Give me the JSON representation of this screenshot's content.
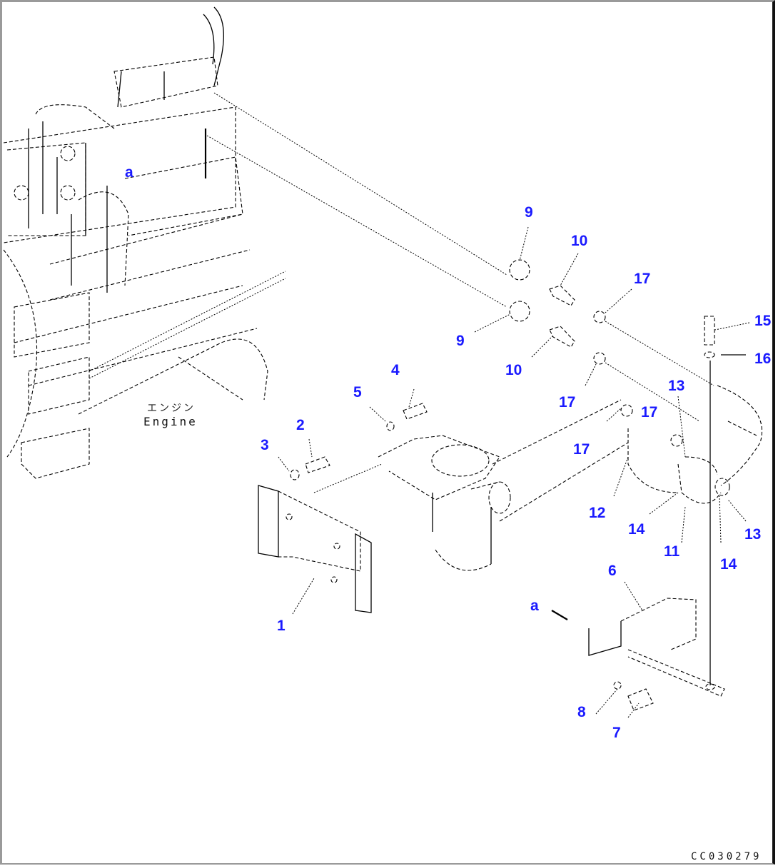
{
  "drawing": {
    "type": "exploded parts diagram",
    "engine_label_jp": "エンジン",
    "engine_label_en": "Engine",
    "figure_code": "CC030279",
    "callout_color": "#1a1aff"
  },
  "callouts": [
    {
      "id": "a-top",
      "text": "a"
    },
    {
      "id": "a-bracket",
      "text": "a"
    },
    {
      "id": "1",
      "text": "1"
    },
    {
      "id": "2",
      "text": "2"
    },
    {
      "id": "3",
      "text": "3"
    },
    {
      "id": "4",
      "text": "4"
    },
    {
      "id": "5",
      "text": "5"
    },
    {
      "id": "6",
      "text": "6"
    },
    {
      "id": "7",
      "text": "7"
    },
    {
      "id": "8",
      "text": "8"
    },
    {
      "id": "9a",
      "text": "9"
    },
    {
      "id": "9b",
      "text": "9"
    },
    {
      "id": "10a",
      "text": "10"
    },
    {
      "id": "10b",
      "text": "10"
    },
    {
      "id": "11",
      "text": "11"
    },
    {
      "id": "12",
      "text": "12"
    },
    {
      "id": "13a",
      "text": "13"
    },
    {
      "id": "13b",
      "text": "13"
    },
    {
      "id": "14a",
      "text": "14"
    },
    {
      "id": "14b",
      "text": "14"
    },
    {
      "id": "15",
      "text": "15"
    },
    {
      "id": "16",
      "text": "16"
    },
    {
      "id": "17a",
      "text": "17"
    },
    {
      "id": "17b",
      "text": "17"
    },
    {
      "id": "17c",
      "text": "17"
    },
    {
      "id": "17d",
      "text": "17"
    }
  ]
}
